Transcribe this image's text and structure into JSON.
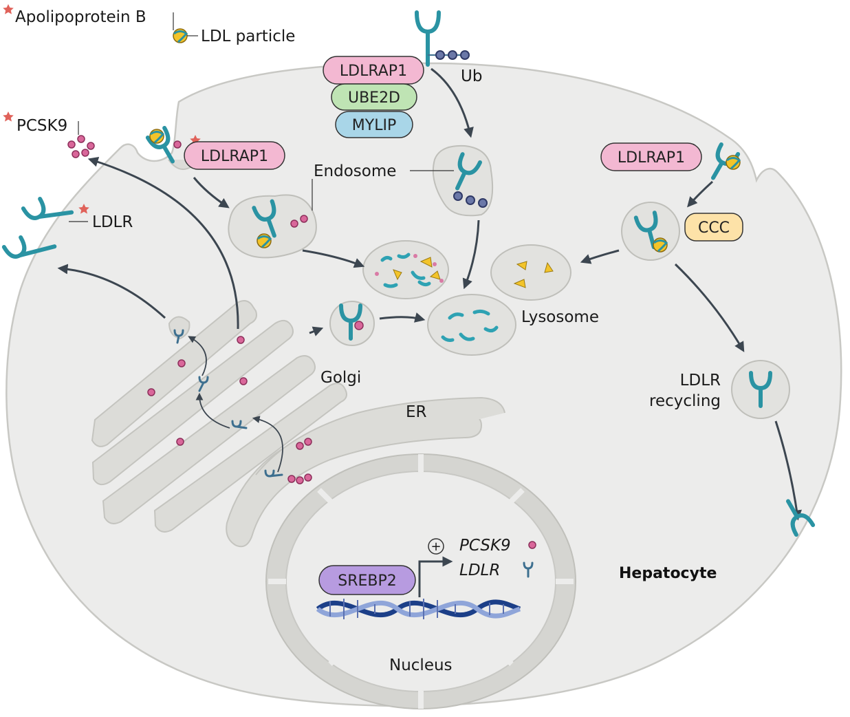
{
  "labels": {
    "apob": "Apolipoprotein B",
    "ldl_particle": "LDL particle",
    "pcsk9": "PCSK9",
    "ldlr": "LDLR",
    "ub": "Ub",
    "endosome": "Endosome",
    "lysosome": "Lysosome",
    "golgi": "Golgi",
    "er": "ER",
    "nucleus": "Nucleus",
    "ldlr_recycling_1": "LDLR",
    "ldlr_recycling_2": "recycling",
    "hepatocyte": "Hepatocyte",
    "gene_pcsk9": "PCSK9",
    "gene_ldlr": "LDLR",
    "plus": "+"
  },
  "pills": {
    "ldlrap1_top": "LDLRAP1",
    "ube2d": "UBE2D",
    "mylip": "MYLIP",
    "ldlrap1_left": "LDLRAP1",
    "ldlrap1_right": "LDLRAP1",
    "ccc": "CCC",
    "srebp2": "SREBP2"
  },
  "colors": {
    "ldlrap1": "#f3b8d2",
    "ube2d": "#bfe4b4",
    "mylip": "#a9d6e8",
    "ccc": "#fde2a8",
    "srebp2": "#b79be0",
    "receptor": "#2a93a3",
    "star": "#e0625a"
  }
}
